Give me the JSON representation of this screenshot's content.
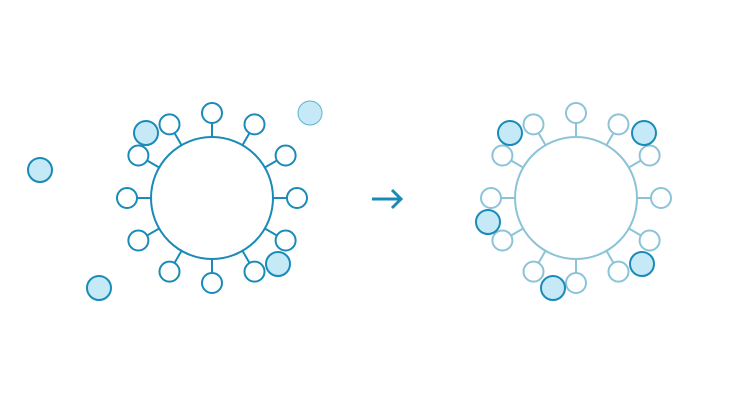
{
  "colors": {
    "stroke": "#1a8bb8",
    "stroke_faded": "#8cc3d9",
    "fill_particle": "#c5e9f7"
  },
  "diagram": {
    "receptor_count": 12,
    "left_free_particles": 5,
    "right_bound_particles": 5,
    "arrow_icon": "arrow-right-icon"
  }
}
